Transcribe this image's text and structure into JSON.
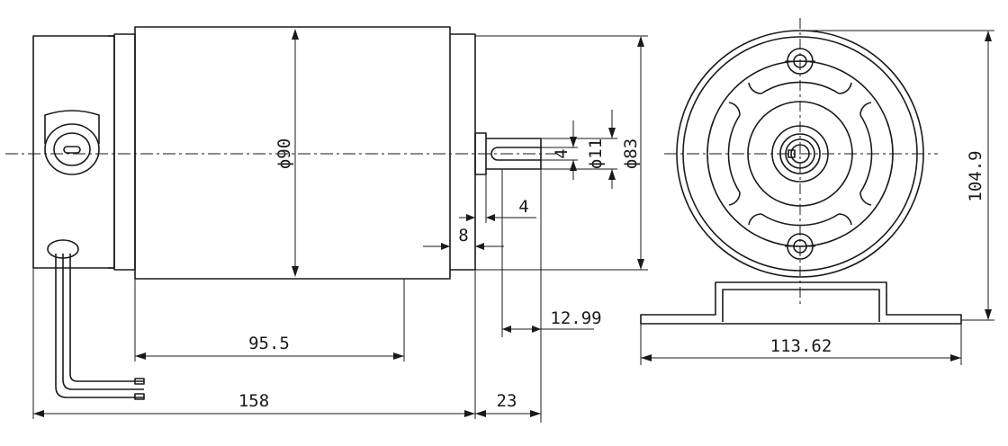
{
  "dimensions": {
    "overall_length": "158",
    "body_length": "95.5",
    "shaft_extension": "23",
    "shaft_key_offset": "12.99",
    "flange_step_4": "4",
    "flange_step_8": "8",
    "body_diameter": "ϕ90",
    "front_diameter": "ϕ83",
    "shaft_diameter": "ϕ11",
    "key_width": "4",
    "bracket_width": "113.62",
    "overall_height": "104.9"
  }
}
